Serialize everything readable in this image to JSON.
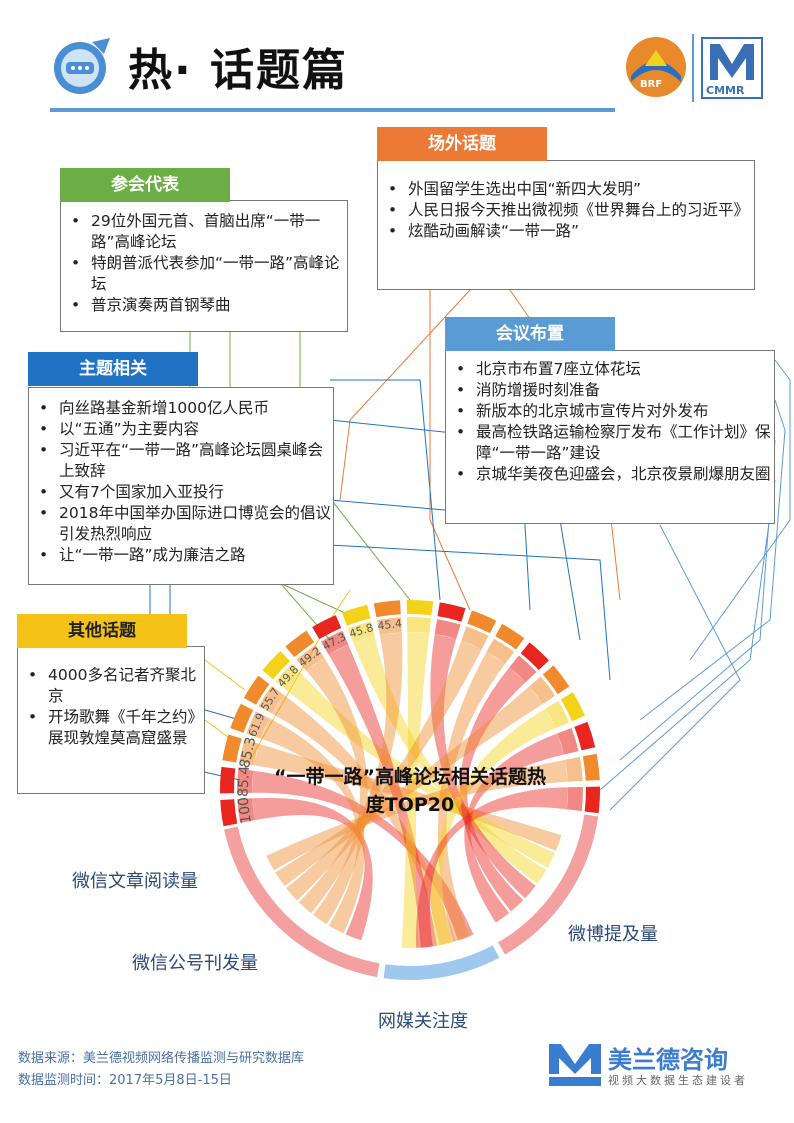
{
  "header": {
    "title": "热· 话题篇",
    "brf_logo_text": "BRF",
    "cmmr_logo_text": "CMMR"
  },
  "sections": {
    "participants": {
      "title": "参会代表",
      "items": [
        "29位外国元首、首脑出席“一带一路”高峰论坛",
        "特朗普派代表参加“一带一路”高峰论坛",
        "普京演奏两首钢琴曲"
      ]
    },
    "offsite": {
      "title": "场外话题",
      "items": [
        "外国留学生选出中国“新四大发明”",
        "人民日报今天推出微视频《世界舞台上的习近平》",
        "炫酷动画解读“一带一路”"
      ]
    },
    "theme": {
      "title": "主题相关",
      "items": [
        "向丝路基金新增1000亿人民币",
        "以“五通”为主要内容",
        "习近平在“一带一路”高峰论坛圆桌峰会上致辞",
        "又有7个国家加入亚投行",
        "2018年中国举办国际进口博览会的倡议引发热烈响应",
        "让“一带一路”成为廉洁之路"
      ]
    },
    "meeting": {
      "title": "会议布置",
      "items": [
        "北京市布置7座立体花坛",
        "消防增援时刻准备",
        "新版本的北京城市宣传片对外发布",
        "最高检铁路运输检察厅发布《工作计划》保障“一带一路”建设",
        "京城华美夜色迎盛会，北京夜景刷爆朋友圈"
      ]
    },
    "other": {
      "title": "其他话题",
      "items": [
        "4000多名记者齐聚北京",
        "开场歌舞《千年之约》展现敦煌莫高窟盛景"
      ]
    }
  },
  "chart_data": {
    "type": "chord",
    "title": "“一带一路”高峰论坛相关话题热度TOP20",
    "topic_heat_labels": [
      "100",
      "85.4",
      "85.3",
      "61.9",
      "55.7",
      "49.8",
      "49.2",
      "47.3",
      "45.8",
      "45.4"
    ],
    "topic_heat_values": [
      100,
      85.4,
      85.3,
      61.9,
      55.7,
      49.8,
      49.2,
      47.3,
      45.8,
      45.4
    ],
    "dimensions": [
      "微信文章阅读量",
      "微信公号刊发量",
      "网媒关注度",
      "微博提及量"
    ],
    "colors": {
      "red": "#e8261f",
      "orange": "#f08a2c",
      "yellow": "#f5d21a",
      "pink": "#f4a0a0",
      "lightblue": "#9fc8ee"
    }
  },
  "footer": {
    "source": "数据来源：美兰德视频网络传播监测与研究数据库",
    "period": "数据监测时间：2017年5月8日-15日",
    "brand": "美兰德咨询",
    "slogan": "视频大数据生态建设者"
  }
}
